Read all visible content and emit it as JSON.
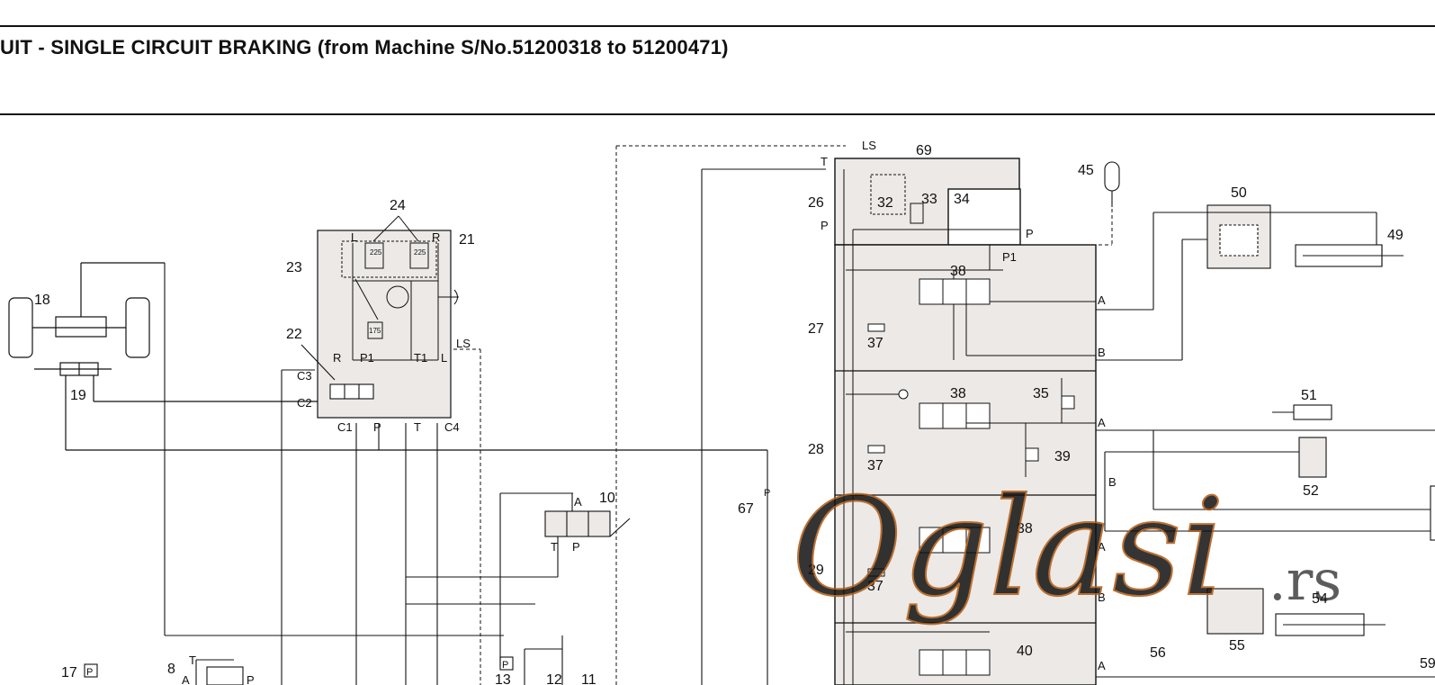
{
  "header": {
    "title": "UIT - SINGLE CIRCUIT BRAKING (from Machine S/No.51200318 to 51200471)"
  },
  "labels": {
    "c8": "8",
    "c10": "10",
    "c11": "11",
    "c12": "12",
    "c13": "13",
    "c17": "17",
    "c18": "18",
    "c19": "19",
    "c21": "21",
    "c22": "22",
    "c23": "23",
    "c24": "24",
    "c26": "26",
    "c27": "27",
    "c28": "28",
    "c29": "29",
    "c32": "32",
    "c33": "33",
    "c34": "34",
    "c35": "35",
    "c37": "37",
    "c38": "38",
    "c39": "39",
    "c40": "40",
    "c45": "45",
    "c49": "49",
    "c50": "50",
    "c51": "51",
    "c52": "52",
    "c54": "54",
    "c55": "55",
    "c56": "56",
    "c59": "59",
    "c67": "67",
    "c69": "69"
  },
  "ports": {
    "L": "L",
    "R": "R",
    "P": "P",
    "T": "T",
    "T1": "T1",
    "P1": "P1",
    "LS": "LS",
    "A": "A",
    "B": "B",
    "C1": "C1",
    "C2": "C2",
    "C3": "C3",
    "C4": "C4",
    "v225": "225",
    "v175": "175"
  },
  "watermark": {
    "main": "Oglasi",
    "suffix": ".rs"
  },
  "colors": {
    "line": "#111111",
    "block_fill": "#ece9e6",
    "watermark": "#f08a2c"
  }
}
